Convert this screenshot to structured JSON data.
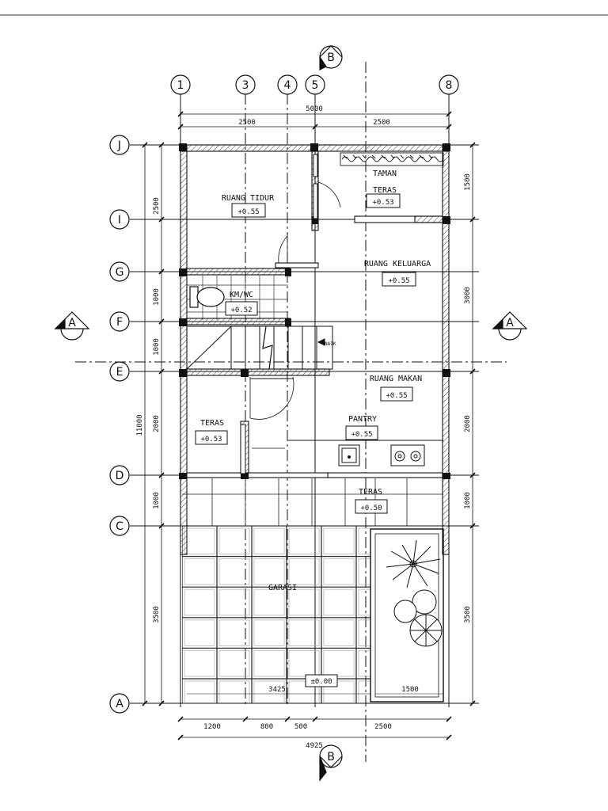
{
  "grid": {
    "columns": [
      "1",
      "3",
      "4",
      "5",
      "8"
    ],
    "rows": [
      "J",
      "I",
      "G",
      "F",
      "E",
      "D",
      "C",
      "A"
    ]
  },
  "section_marks": {
    "b_top": "B",
    "b_bottom": "B",
    "a_left": "A",
    "a_right": "A"
  },
  "dimensions": {
    "top_total": "5000",
    "top_left": "2500",
    "top_right": "2500",
    "bottom_1": "1200",
    "bottom_2": "800",
    "bottom_3": "500",
    "bottom_4": "2500",
    "bottom_total": "4925",
    "left_total": "11000",
    "left_1": "2500",
    "left_2": "1000",
    "left_3": "1000",
    "left_4": "2000",
    "left_5": "1000",
    "left_6": "3500",
    "right_1": "1500",
    "right_2": "3000",
    "right_3": "2000",
    "right_4": "1000",
    "right_5": "3500",
    "garden_width": "1500",
    "garage_width": "3425"
  },
  "rooms": {
    "taman": "TAMAN",
    "teras_top": "TERAS",
    "teras_top_level": "+0.53",
    "ruang_tidur": "RUANG TIDUR",
    "ruang_tidur_level": "+0.55",
    "ruang_keluarga": "RUANG KELUARGA",
    "ruang_keluarga_level": "+0.55",
    "kmwc": "KM/WC",
    "kmwc_level": "+0.52",
    "stair_label": "NAIK",
    "ruang_makan": "RUANG MAKAN",
    "ruang_makan_level": "+0.55",
    "teras_left": "TERAS",
    "teras_left_level": "+0.53",
    "pantry": "PANTRY",
    "pantry_level": "+0.55",
    "teras_front": "TERAS",
    "teras_front_level": "+0.50",
    "garasi": "GARASI",
    "garasi_level": "±0.00"
  }
}
